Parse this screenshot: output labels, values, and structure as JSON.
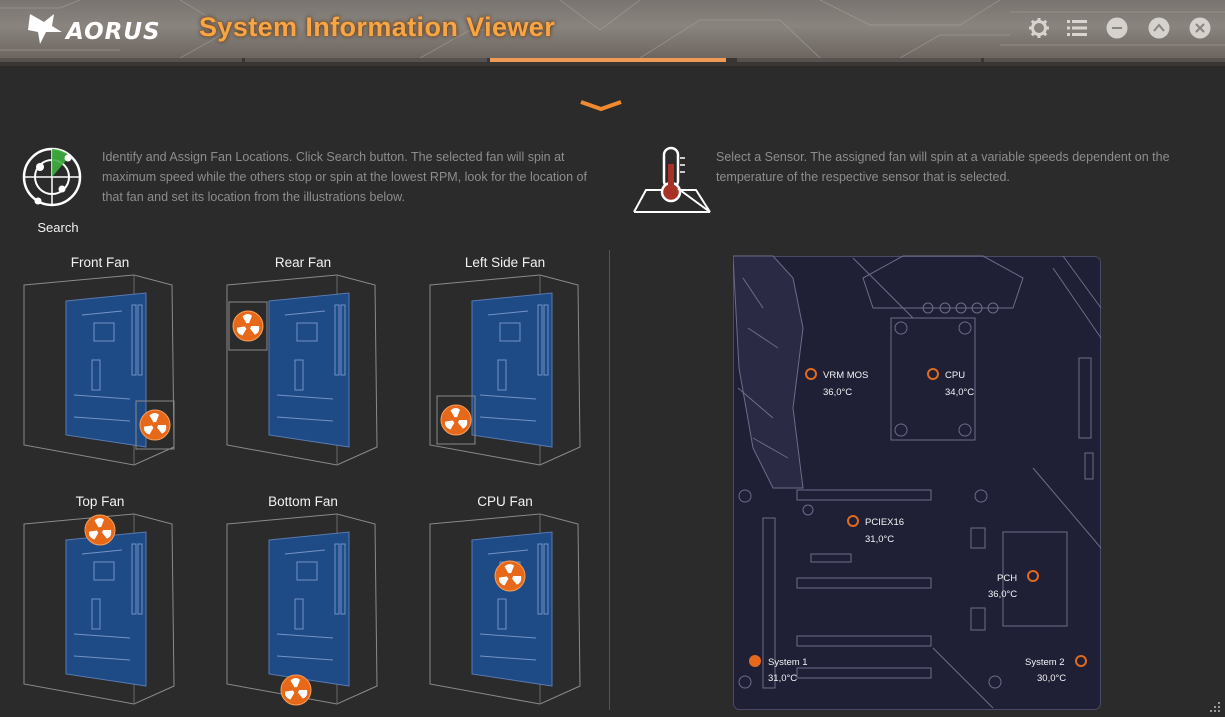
{
  "app": {
    "brand": "AORUS",
    "title": "System Information Viewer"
  },
  "search": {
    "label": "Search",
    "description": "Identify and Assign Fan Locations. Click Search button. The selected fan will spin at maximum speed while the others stop or spin at the lowest RPM, look for the location of that fan and set its location from the illustrations below."
  },
  "sensor_info": {
    "description": "Select a Sensor. The assigned fan will spin at a variable speeds dependent on the temperature of the respective sensor that is selected."
  },
  "fans": [
    {
      "label": "Front Fan"
    },
    {
      "label": "Rear Fan"
    },
    {
      "label": "Left Side Fan"
    },
    {
      "label": "Top Fan"
    },
    {
      "label": "Bottom Fan"
    },
    {
      "label": "CPU Fan"
    }
  ],
  "sensors": [
    {
      "name": "VRM MOS",
      "value": "36,0°C"
    },
    {
      "name": "CPU",
      "value": "34,0°C"
    },
    {
      "name": "PCIEX16",
      "value": "31,0°C"
    },
    {
      "name": "PCH",
      "value": "36,0°C"
    },
    {
      "name": "System 1",
      "value": "31,0°C",
      "selected": true
    },
    {
      "name": "System 2",
      "value": "30,0°C"
    }
  ],
  "colors": {
    "accent": "#f09a57",
    "title_orange": "#f7a545",
    "fan_orange": "#e8681a",
    "board_bg": "#1f1f36"
  },
  "icons": {
    "settings": "gear-icon",
    "menu": "list-icon",
    "minimize": "minimize-icon",
    "maximize": "maximize-icon",
    "close": "close-icon",
    "collapse": "chevron-down-icon",
    "search": "radar-icon",
    "sensor": "thermometer-icon"
  }
}
